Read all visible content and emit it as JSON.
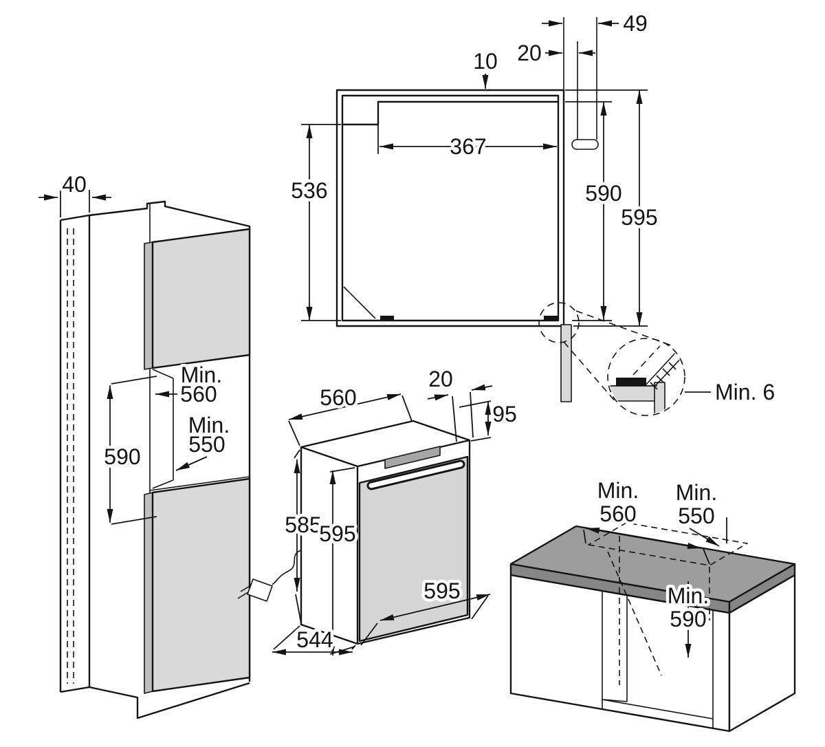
{
  "diagram": {
    "type": "built-in oven installation drawing",
    "colors": {
      "line": "#141414",
      "panel_gray": "#d9d9d9",
      "worktop_gray": "#9d9d9d"
    }
  },
  "figures": {
    "tall_cabinet": {
      "dim_40": "40",
      "min560_l1": "Min.",
      "min560_l2": "560",
      "min550_l1": "Min.",
      "min550_l2": "550",
      "dim_590": "590"
    },
    "cutout": {
      "dim_10": "10",
      "dim_20": "20",
      "dim_49": "49",
      "dim_367": "367",
      "dim_536": "536",
      "dim_590": "590",
      "dim_595": "595",
      "detail_min6": "Min. 6"
    },
    "oven": {
      "dim_560": "560",
      "dim_20": "20",
      "dim_95": "95",
      "dim_585": "585",
      "dim_595_height": "595",
      "dim_595_width": "595",
      "dim_544": "544"
    },
    "base_cabinet": {
      "min560_l1": "Min.",
      "min560_l2": "560",
      "min550_l1": "Min.",
      "min550_l2": "550",
      "min590_l1": "Min.",
      "min590_l2": "590"
    }
  }
}
